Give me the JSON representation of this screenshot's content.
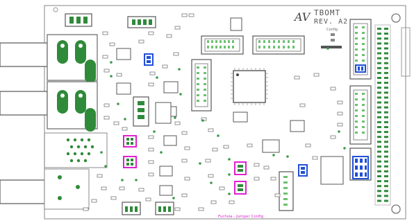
{
  "board": {
    "name": "TBOMT",
    "revision": "REV. A2",
    "logo_text": "AV",
    "config_label": "Config",
    "legend": "Fuchsia - Jumper Config"
  },
  "colors": {
    "pad_green": "#2f8a3a",
    "jumper_blue": "#1f4fd6",
    "jumper_fuchsia": "#e01fd0",
    "silkscreen": "#8a8a8a"
  }
}
